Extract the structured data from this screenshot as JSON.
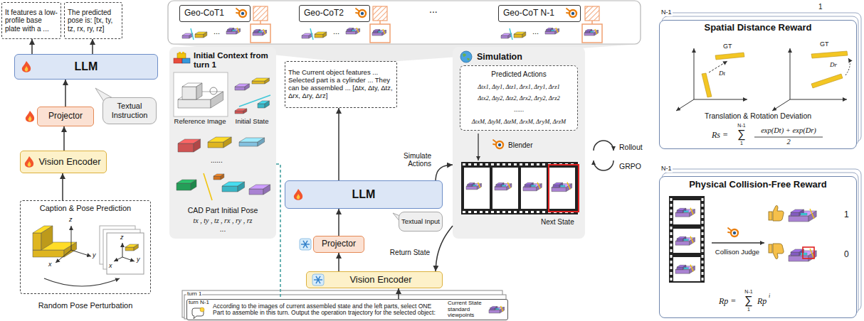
{
  "diagram": {
    "nodes": [
      {
        "text": [
          "It features a low-profile base plate with a ..."
        ]
      },
      {
        "text": [
          "The predicted pose is: [tx, ty, tz, rx, ry, rz]"
        ]
      },
      {
        "text": [
          "LLM"
        ]
      },
      {
        "text": [
          "Projector"
        ]
      },
      {
        "text": [
          "Textual Instruction"
        ]
      },
      {
        "text": [
          "Vision Encoder"
        ]
      },
      {
        "text": [
          "Caption & Pose Prediction"
        ]
      },
      {
        "text": [
          "Geo-CoT1"
        ]
      },
      {
        "text": [
          "Geo-CoT2"
        ]
      },
      {
        "text": [
          "Geo-CoT N-1"
        ]
      },
      {
        "text": [
          "Initial Context from turn 1"
        ]
      },
      {
        "text": [
          "The Current object features ... Selected part is a cylinder ... They can be assembled ... [Δtx, Δty, Δtz, Δrx, Δry, Δrz]"
        ]
      },
      {
        "text": [
          "LLM"
        ]
      },
      {
        "text": [
          "Textual Input"
        ]
      },
      {
        "text": [
          "Projector"
        ]
      },
      {
        "text": [
          "Vision Encoder"
        ]
      },
      {
        "text": [
          "Simulation"
        ]
      },
      {
        "text": [
          "Predicted Actions",
          "Δtx1, Δty1, Δtz1, Δrx1, Δry1, Δrz1",
          "Δtx2, Δty2, Δtz2, Δrx2, Δry2, Δrz2",
          "......",
          "ΔtxM, ΔtyM, ΔtzM, ΔrxM, ΔryM, ΔrzM"
        ],
        "in": 16
      },
      {
        "text": [
          "According to the images of current assembled state and the left parts, select ONE Part to assemble in this turn. Output the operation trajectory for the selected object:",
          "Current State standard viewpoints"
        ]
      },
      {
        "text": [
          "Spatial Distance Reward"
        ]
      },
      {
        "text": [
          "Physical Collision-Free Reward"
        ]
      }
    ],
    "edges": [
      {
        "from": 5,
        "to": 3,
        "arrow": "to"
      },
      {
        "from": 3,
        "to": 2,
        "arrow": "to"
      },
      {
        "from": 2,
        "to": 0,
        "arrow": "to"
      },
      {
        "from": 2,
        "to": 1,
        "arrow": "to"
      },
      {
        "from": 6,
        "to": 5,
        "arrow": "to"
      },
      {
        "from": 15,
        "to": 14,
        "arrow": "to"
      },
      {
        "from": 14,
        "to": 12,
        "arrow": "to"
      },
      {
        "from": 12,
        "to": 11,
        "arrow": "to"
      },
      {
        "from": 12,
        "to": 16,
        "arrow": "to",
        "label": "Simulate Actions"
      },
      {
        "from": 16,
        "to": 15,
        "arrow": "to",
        "label": "Return State"
      },
      {
        "from": 18,
        "to": 15,
        "arrow": "to"
      },
      {
        "from": 10,
        "to": 18,
        "arrow": "none"
      }
    ],
    "labels": [
      "Random Pose Perturbation",
      "z",
      "x",
      "y",
      "z",
      "x",
      "y",
      "...",
      "...",
      "...",
      "...",
      "Reference Image",
      "Initial State",
      "......",
      "CAD Part Initial Pose",
      "tx , ty , tz , rx , ry , rz",
      "...",
      "Blender",
      "Next State",
      "turn 1",
      "turn N-1",
      "Rollout",
      "GRPO",
      "1",
      "N-1",
      "GT",
      "GT",
      "Dt",
      "Dr",
      "Translation & Rotation Deviation",
      "Rs =",
      "N-1",
      "∑",
      "1",
      "exp(Dt) + exp(Dr)",
      "2",
      "N-1",
      "1",
      "0",
      "Collison Judge",
      "Rp =",
      "N-1",
      "∑",
      "1",
      "Rp",
      "i"
    ]
  }
}
